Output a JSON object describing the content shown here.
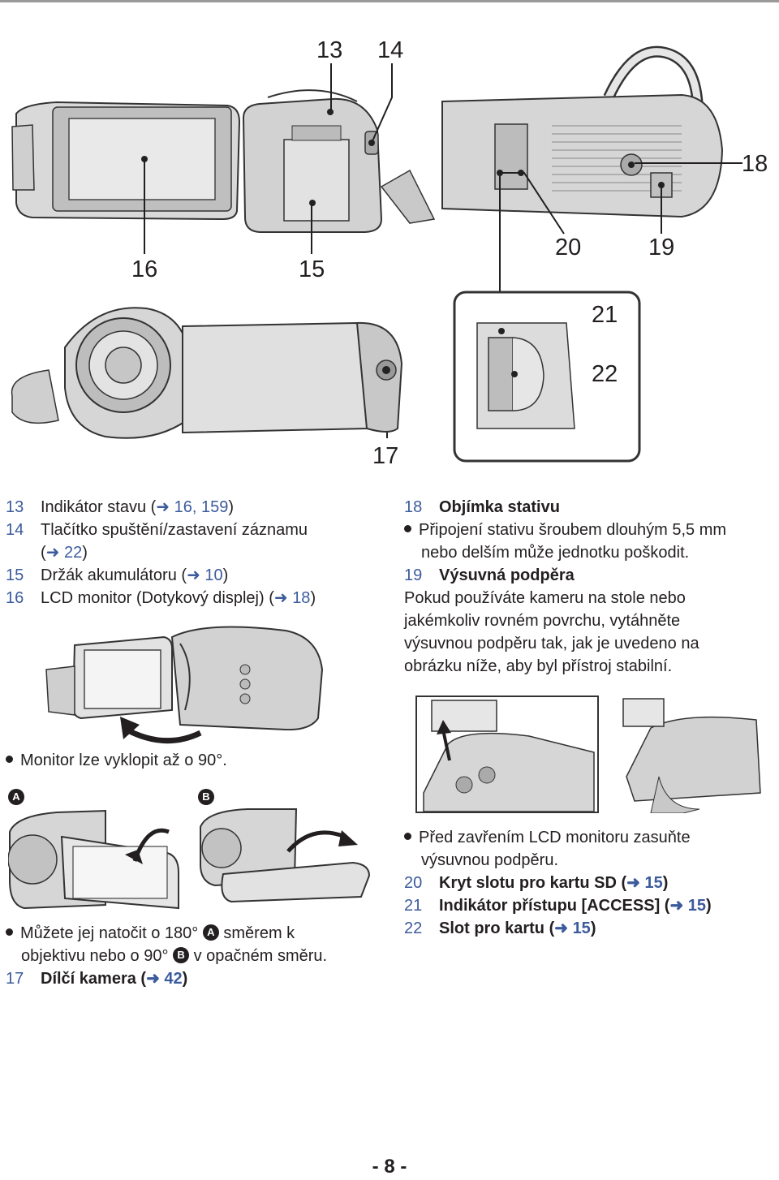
{
  "callouts": {
    "c13": "13",
    "c14": "14",
    "c16": "16",
    "c15": "15",
    "c18": "18",
    "c20": "20",
    "c19": "19",
    "c21": "21",
    "c22": "22",
    "c17": "17"
  },
  "left_list": [
    {
      "num": "13",
      "text_a": "Indikátor stavu (",
      "ref": "16, 159",
      "text_b": ")"
    },
    {
      "num": "14",
      "text_a": "Tlačítko spuštění/zastavení záznamu",
      "ref": "",
      "text_b": ""
    },
    {
      "num": "",
      "text_a": "(",
      "ref": "22",
      "text_b": ")"
    },
    {
      "num": "15",
      "text_a": "Držák akumulátoru (",
      "ref": "10",
      "text_b": ")"
    },
    {
      "num": "16",
      "text_a": "LCD monitor (Dotykový displej) (",
      "ref": "18",
      "text_b": ")"
    }
  ],
  "arrow_glyph": "➜",
  "right_top": {
    "item18_num": "18",
    "item18_title": "Objímka stativu",
    "item18_bullet_l1": "Připojení stativu šroubem dlouhým 5,5 mm",
    "item18_bullet_l2": "nebo delším může jednotku poškodit.",
    "item19_num": "19",
    "item19_title": "Výsuvná podpěra",
    "item19_l1": "Pokud používáte kameru na stole nebo",
    "item19_l2": "jakémkoliv rovném povrchu, vytáhněte",
    "item19_l3": "výsuvnou podpěru tak, jak je uvedeno na",
    "item19_l4": "obrázku níže, aby byl přístroj stabilní."
  },
  "monitor_note": "Monitor lze vyklopit až o 90°.",
  "badge_a": "A",
  "badge_b": "B",
  "rotate_note": {
    "l1_a": "Můžete jej natočit o 180°",
    "l1_b": "směrem k",
    "l2_a": "objektivu nebo o 90°",
    "l2_b": "v opačném směru."
  },
  "item17": {
    "num": "17",
    "title_a": "Dílčí kamera (",
    "ref": "42",
    "title_b": ")"
  },
  "right_bottom": {
    "bullet_l1": "Před zavřením LCD monitoru zasuňte",
    "bullet_l2": "výsuvnou podpěru.",
    "items": [
      {
        "num": "20",
        "title_a": "Kryt slotu pro kartu SD (",
        "ref": "15",
        "title_b": ")"
      },
      {
        "num": "21",
        "title_a": "Indikátor přístupu [ACCESS] (",
        "ref": "15",
        "title_b": ")"
      },
      {
        "num": "22",
        "title_a": "Slot pro kartu (",
        "ref": "15",
        "title_b": ")"
      }
    ]
  },
  "page_number": "- 8 -"
}
